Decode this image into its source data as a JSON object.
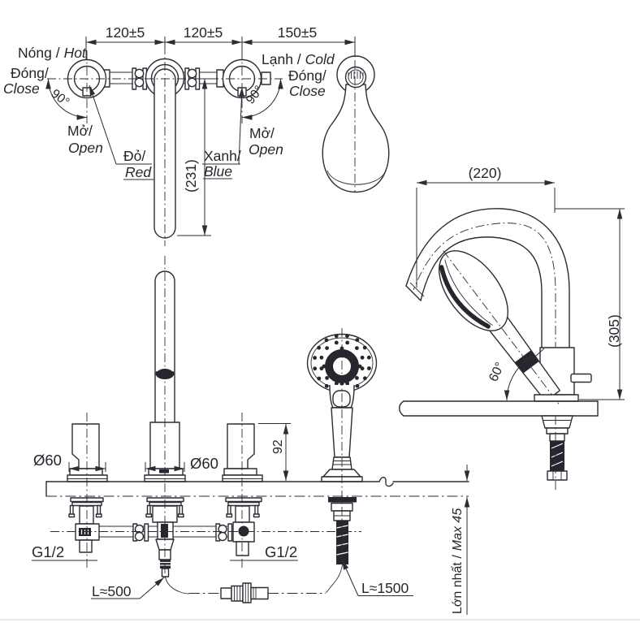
{
  "title": "Bathtub mixer with hand shower - technical drawing",
  "colors": {
    "line": "#2c2c34",
    "dark_fill": "#26262e",
    "background": "#ffffff"
  },
  "plan_view": {
    "dim_hot_spout": "120±5",
    "dim_spout_cold": "120±5",
    "dim_cold_shower": "150±5",
    "hot_label_vi": "Nóng /",
    "hot_label_en": "Hot",
    "hot_close_vi": "Đóng/",
    "hot_close_en": "Close",
    "hot_angle": "90°",
    "hot_open_vi": "Mở/",
    "hot_open_en": "Open",
    "red_vi": "Đỏ/",
    "red_en": "Red",
    "spout_length": "(231)",
    "blue_vi": "Xanh/",
    "blue_en": "Blue",
    "cold_label_vi": "Lạnh /",
    "cold_label_en": "Cold",
    "cold_close_vi": "Đóng/",
    "cold_close_en": "Close",
    "cold_angle": "90°",
    "cold_open_vi": "Mở/",
    "cold_open_en": "Open"
  },
  "side_view": {
    "spout_reach": "(220)",
    "spout_height": "(305)",
    "shower_angle": "60°"
  },
  "front_view": {
    "escutcheon_dia_hot": "Ø60",
    "escutcheon_dia_spout": "Ø60",
    "handle_height": "92",
    "thread_hot": "G1/2",
    "thread_cold": "G1/2",
    "hose_supply_length": "L≈500",
    "hose_shower_length": "L≈1500",
    "deck_max_vi": "Lớn nhất /",
    "deck_max_en": "Max 45"
  }
}
